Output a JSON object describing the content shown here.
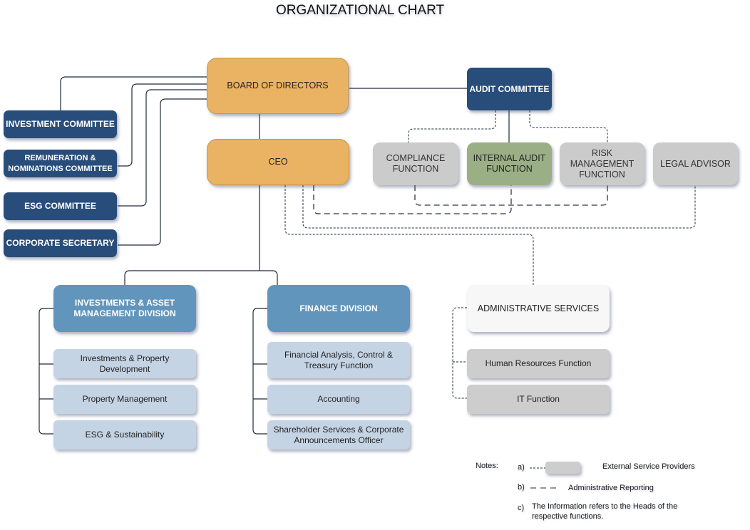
{
  "title": "ORGANIZATIONAL CHART",
  "colors": {
    "board_ceo": "#e9b363",
    "committee": "#284d7a",
    "function_grey": "#cbcbcb",
    "internal_audit": "#9aaf85",
    "division": "#6195bb",
    "division_sub": "#c5d4e4",
    "admin_services": "#f7f7f7",
    "external_provider": "#cdcdcd"
  },
  "nodes": {
    "board": "BOARD OF DIRECTORS",
    "ceo": "CEO",
    "audit_committee": "AUDIT COMMITTEE",
    "investment_committee": "INVESTMENT COMMITTEE",
    "remuneration_committee": "REMUNERATION & NOMINATIONS COMMITTEE",
    "esg_committee": "ESG COMMITTEE",
    "corporate_secretary": "CORPORATE SECRETARY",
    "compliance": "COMPLIANCE FUNCTION",
    "internal_audit": "INTERNAL AUDIT FUNCTION",
    "risk_management": "RISK MANAGEMENT FUNCTION",
    "legal_advisor": "LEGAL ADVISOR",
    "investments_division": "INVESTMENTS & ASSET MANAGEMENT DIVISION",
    "finance_division": "FINANCE DIVISION",
    "administrative_services": "ADMINISTRATIVE SERVICES"
  },
  "investments_units": [
    "Investments & Property Development",
    "Property Management",
    "ESG & Sustainability"
  ],
  "finance_units": [
    "Financial Analysis, Control & Treasury Function",
    "Accounting",
    "Shareholder Services & Corporate Announcements Officer"
  ],
  "admin_units": [
    "Human Resources Function",
    "IT Function"
  ],
  "notes": {
    "label": "Notes:",
    "a_marker": "a)",
    "a_text": "External Service Providers",
    "b_marker": "b)",
    "b_text": "Administrative Reporting",
    "c_marker": "c)",
    "c_text": "The Information refers to the Heads of the respective functions."
  }
}
